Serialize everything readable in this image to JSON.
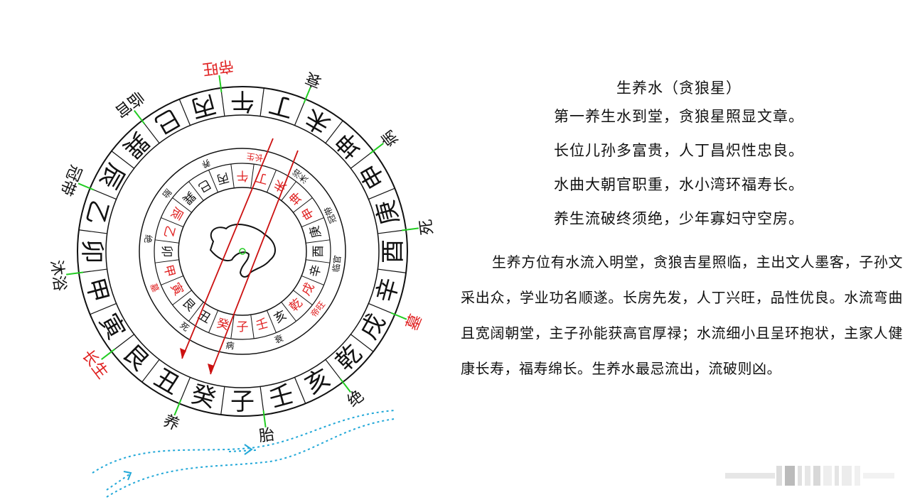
{
  "colors": {
    "ink": "#111111",
    "red": "#e02020",
    "green": "#22cc22",
    "water": "#22a8d8",
    "arrow": "#cc1111"
  },
  "outer_ring": [
    "子",
    "癸",
    "丑",
    "艮",
    "寅",
    "甲",
    "卯",
    "乙",
    "辰",
    "巽",
    "巳",
    "丙",
    "午",
    "丁",
    "未",
    "坤",
    "申",
    "庚",
    "酉",
    "辛",
    "戌",
    "乾",
    "亥",
    "壬"
  ],
  "outer_ring_red": [
    "丁",
    "未",
    "坤",
    "申",
    "庚",
    "酉",
    "辛",
    "戌",
    "乾"
  ],
  "phases_outer": [
    {
      "text": "帝旺",
      "red": true
    },
    {
      "text": "衰",
      "red": false
    },
    {
      "text": "病",
      "red": false
    },
    {
      "text": "死",
      "red": false
    },
    {
      "text": "墓",
      "red": true
    },
    {
      "text": "绝",
      "red": false
    },
    {
      "text": "胎",
      "red": false
    },
    {
      "text": "养",
      "red": false
    },
    {
      "text": "长生",
      "red": true
    },
    {
      "text": "沐浴",
      "red": false
    },
    {
      "text": "冠带",
      "red": false
    },
    {
      "text": "临官",
      "red": false
    }
  ],
  "inner_ring": [
    "子",
    "癸",
    "丑",
    "艮",
    "寅",
    "甲",
    "卯",
    "乙",
    "辰",
    "巽",
    "巳",
    "丙",
    "午",
    "丁",
    "未",
    "坤",
    "申",
    "庚",
    "酉",
    "辛",
    "戌",
    "乾",
    "亥",
    "壬"
  ],
  "inner_ring_red": [
    "子",
    "癸",
    "寅",
    "甲",
    "乙",
    "辰",
    "午",
    "丁",
    "未",
    "坤",
    "申",
    "戌",
    "乾",
    "壬"
  ],
  "phases_inner": [
    {
      "text": "病",
      "red": false
    },
    {
      "text": "死",
      "red": false
    },
    {
      "text": "墓",
      "red": true
    },
    {
      "text": "绝",
      "red": false
    },
    {
      "text": "胎",
      "red": false
    },
    {
      "text": "养",
      "red": false
    },
    {
      "text": "长生",
      "red": true
    },
    {
      "text": "沐浴",
      "red": false
    },
    {
      "text": "冠带",
      "red": false
    },
    {
      "text": "临官",
      "red": false
    },
    {
      "text": "帝旺",
      "red": true
    },
    {
      "text": "衰",
      "red": false
    }
  ],
  "poem": {
    "title": "生养水（贪狼星）",
    "lines": [
      "第一养生水到堂，贪狼星照显文章。",
      "长位儿孙多富贵，人丁昌炽性忠良。",
      "水曲大朝官职重，水小湾环福寿长。",
      "养生流破终须绝，少年寡妇守空房。"
    ]
  },
  "commentary": "生养方位有水流入明堂，贪狼吉星照临，主出文人墨客，子孙文采出众，学业功名顺遂。长房先发，人丁兴旺，品性优良。水流弯曲且宽阔朝堂，主子孙能获高官厚禄；水流细小且呈环抱状，主家人健康长寿，福寿绵长。生养水最忌流出，流破则凶。"
}
